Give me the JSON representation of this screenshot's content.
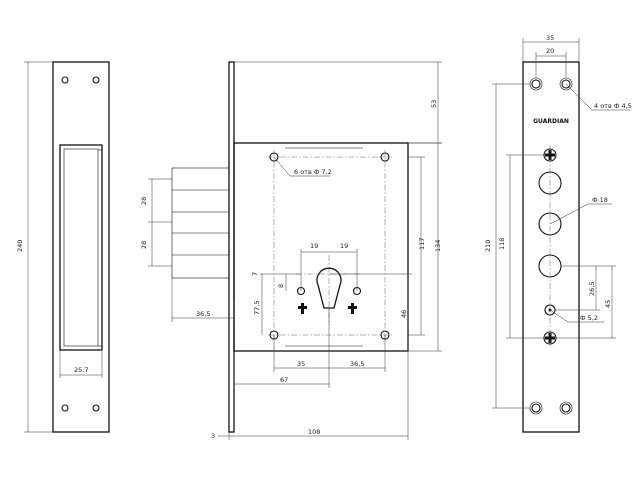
{
  "brand": "GUARDIAN",
  "left_view": {
    "height": "240",
    "pocket_width": "25.7"
  },
  "middle_view": {
    "depth": "53",
    "hole_note": "6 отв Ф 7,2",
    "bolt_spacing_1": "28",
    "bolt_spacing_2": "28",
    "height_117": "117",
    "height_134": "134",
    "height_46": "46",
    "spacing_19a": "19",
    "spacing_19b": "19",
    "dim_7": "7",
    "dim_8": "8",
    "dim_77_5": "77,5",
    "dim_36_5_left": "36,5",
    "dim_35": "35",
    "dim_36_5_bottom": "36,5",
    "dim_67": "67",
    "dim_3": "3",
    "dim_108": "108"
  },
  "right_view": {
    "width_35": "35",
    "width_20": "20",
    "hole_note": "4 отв Ф 4,5",
    "dia_18": "Ф 18",
    "height_210": "210",
    "height_118": "118",
    "dim_26_5": "26,5",
    "dim_45": "45",
    "dia_5_2": "Ф 5,2"
  }
}
